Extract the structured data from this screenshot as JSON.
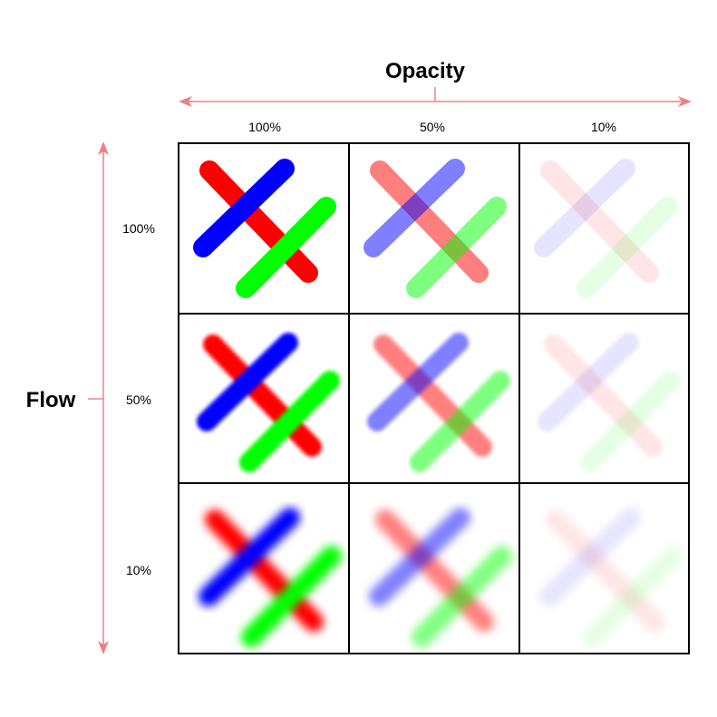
{
  "colors": {
    "red": "#ff0000",
    "blue": "#0000ff",
    "green": "#00ff00",
    "axis_arrow": "#f08080",
    "grid_line": "#000000"
  },
  "opacity_axis": {
    "title": "Opacity",
    "levels": [
      {
        "label": "100%",
        "value": 1.0
      },
      {
        "label": "50%",
        "value": 0.5
      },
      {
        "label": "10%",
        "value": 0.1
      }
    ]
  },
  "flow_axis": {
    "title": "Flow",
    "levels": [
      {
        "label": "100%",
        "value": 1.0
      },
      {
        "label": "50%",
        "value": 0.5
      },
      {
        "label": "10%",
        "value": 0.1
      }
    ]
  },
  "stroke_order": [
    "red",
    "blue",
    "green"
  ]
}
